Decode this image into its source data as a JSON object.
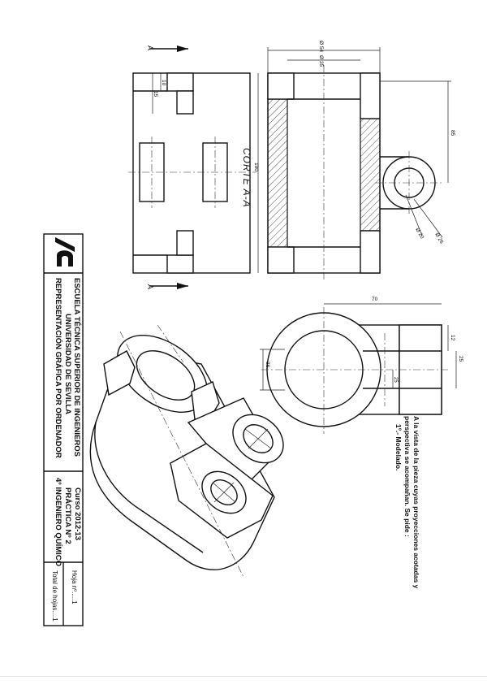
{
  "title_block": {
    "school_line1": "ESCUELA TÉCNICA SUPERIOR DE INGENIEROS",
    "school_line2": "UNIVERSIDAD DE SEVILLA",
    "subject": "REPRESENTACIÓN GRÁFICA POR ORDENADOR",
    "course": "Curso 2012-13",
    "practice": "PRÁCTICA Nº 2",
    "degree": "4º INGENIERO QUÍMICO",
    "sheet_number": "Hoja nº.....1",
    "total_sheets": "Total de hojas....1"
  },
  "instructions": {
    "line1": "A la vista de la pieza cuyas proyecciones acotadas y",
    "line2": "perspectiva se acompañan. Se pide :",
    "line3": "1º.- Modelado."
  },
  "section_view": {
    "label": "CORTE A-A",
    "cut_mark_top": "A",
    "cut_mark_bottom": "A"
  },
  "dimensions": {
    "d_outer": "Ø 54",
    "d_inner": "Ø 35",
    "overall_length": "100",
    "lug_offset": "85",
    "lug_d1": "Ø 26",
    "lug_d2": "Ø 20",
    "slot_a": "10",
    "slot_b": "15",
    "lug_length": "70",
    "lug_t1": "12",
    "lug_t2": "25",
    "lug_t3": "25",
    "d_front": "36"
  }
}
